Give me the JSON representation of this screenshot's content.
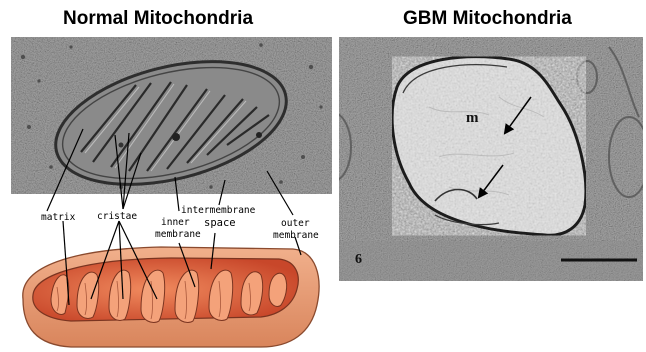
{
  "titles": {
    "left": "Normal Mitochondria",
    "right": "GBM Mitochondria"
  },
  "left_panel": {
    "labels": {
      "matrix": "matrix",
      "cristae": "cristae",
      "inner_membrane_line1": "inner",
      "inner_membrane_line2": "membrane",
      "intermembrane_line1": "intermembrane",
      "intermembrane_line2": "space",
      "outer_membrane_line1": "outer",
      "outer_membrane_line2": "membrane"
    }
  },
  "right_panel": {
    "labels": {
      "m": "m",
      "panel_number": "6"
    }
  },
  "colors": {
    "em_background": "#9c9c9c",
    "mito_outer": "#e79a72",
    "mito_inner": "#d8603c",
    "cristae_fill": "#f4a27a"
  }
}
